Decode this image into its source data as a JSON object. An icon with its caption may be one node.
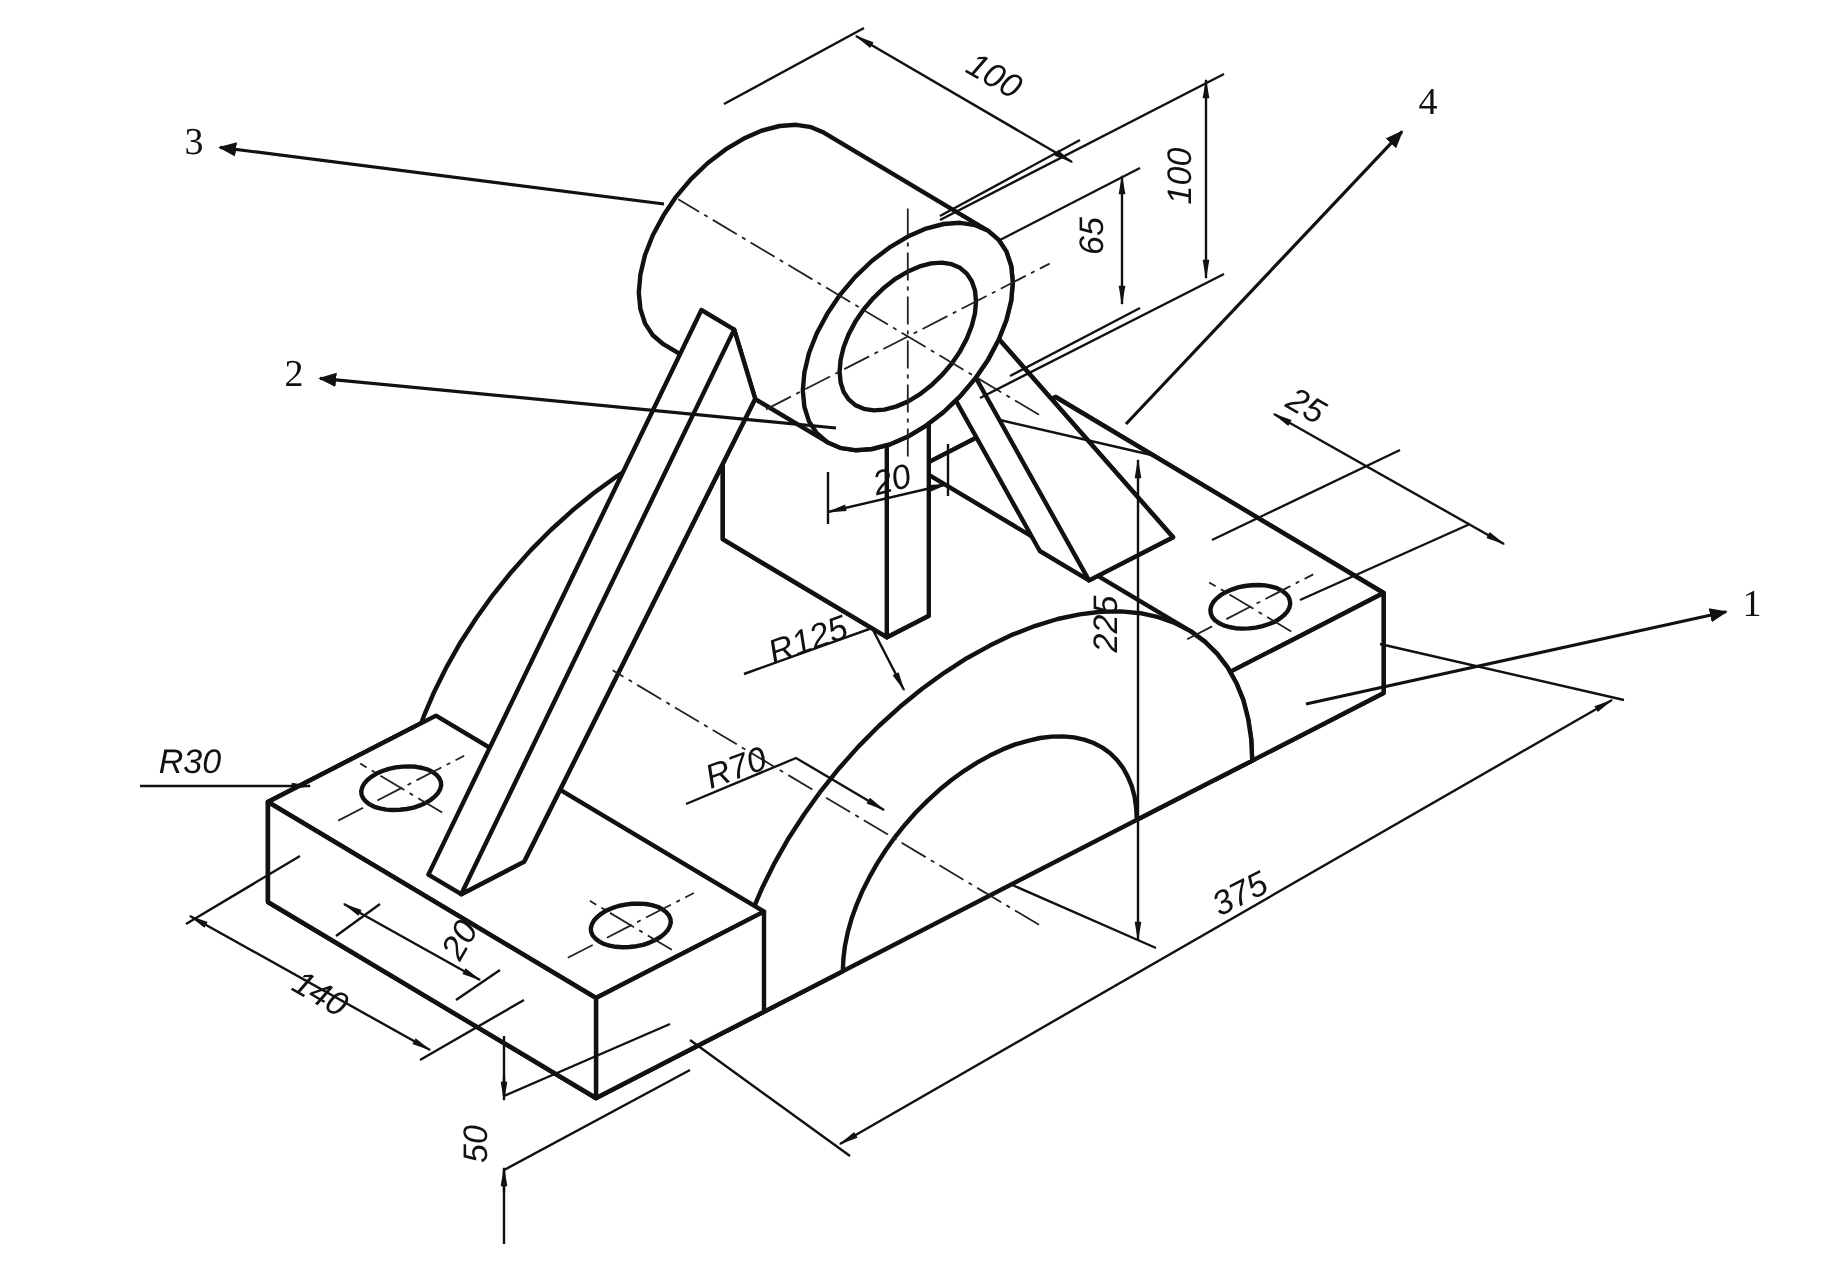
{
  "diagram": {
    "nodes": [
      {
        "text": [
          "3"
        ]
      },
      {
        "text": [
          "4"
        ]
      },
      {
        "text": [
          "2"
        ]
      },
      {
        "text": [
          "1"
        ]
      }
    ],
    "edges": [
      {
        "from": null,
        "to": 0,
        "arrow": "to"
      },
      {
        "from": null,
        "to": 1,
        "arrow": "to"
      },
      {
        "from": null,
        "to": 2,
        "arrow": "to"
      },
      {
        "from": null,
        "to": 3,
        "arrow": "to"
      }
    ],
    "labels": [
      "100",
      "100",
      "65",
      "25",
      "20",
      "R125",
      "225",
      "R70",
      "R30",
      "375",
      "140",
      "20",
      "50"
    ]
  }
}
